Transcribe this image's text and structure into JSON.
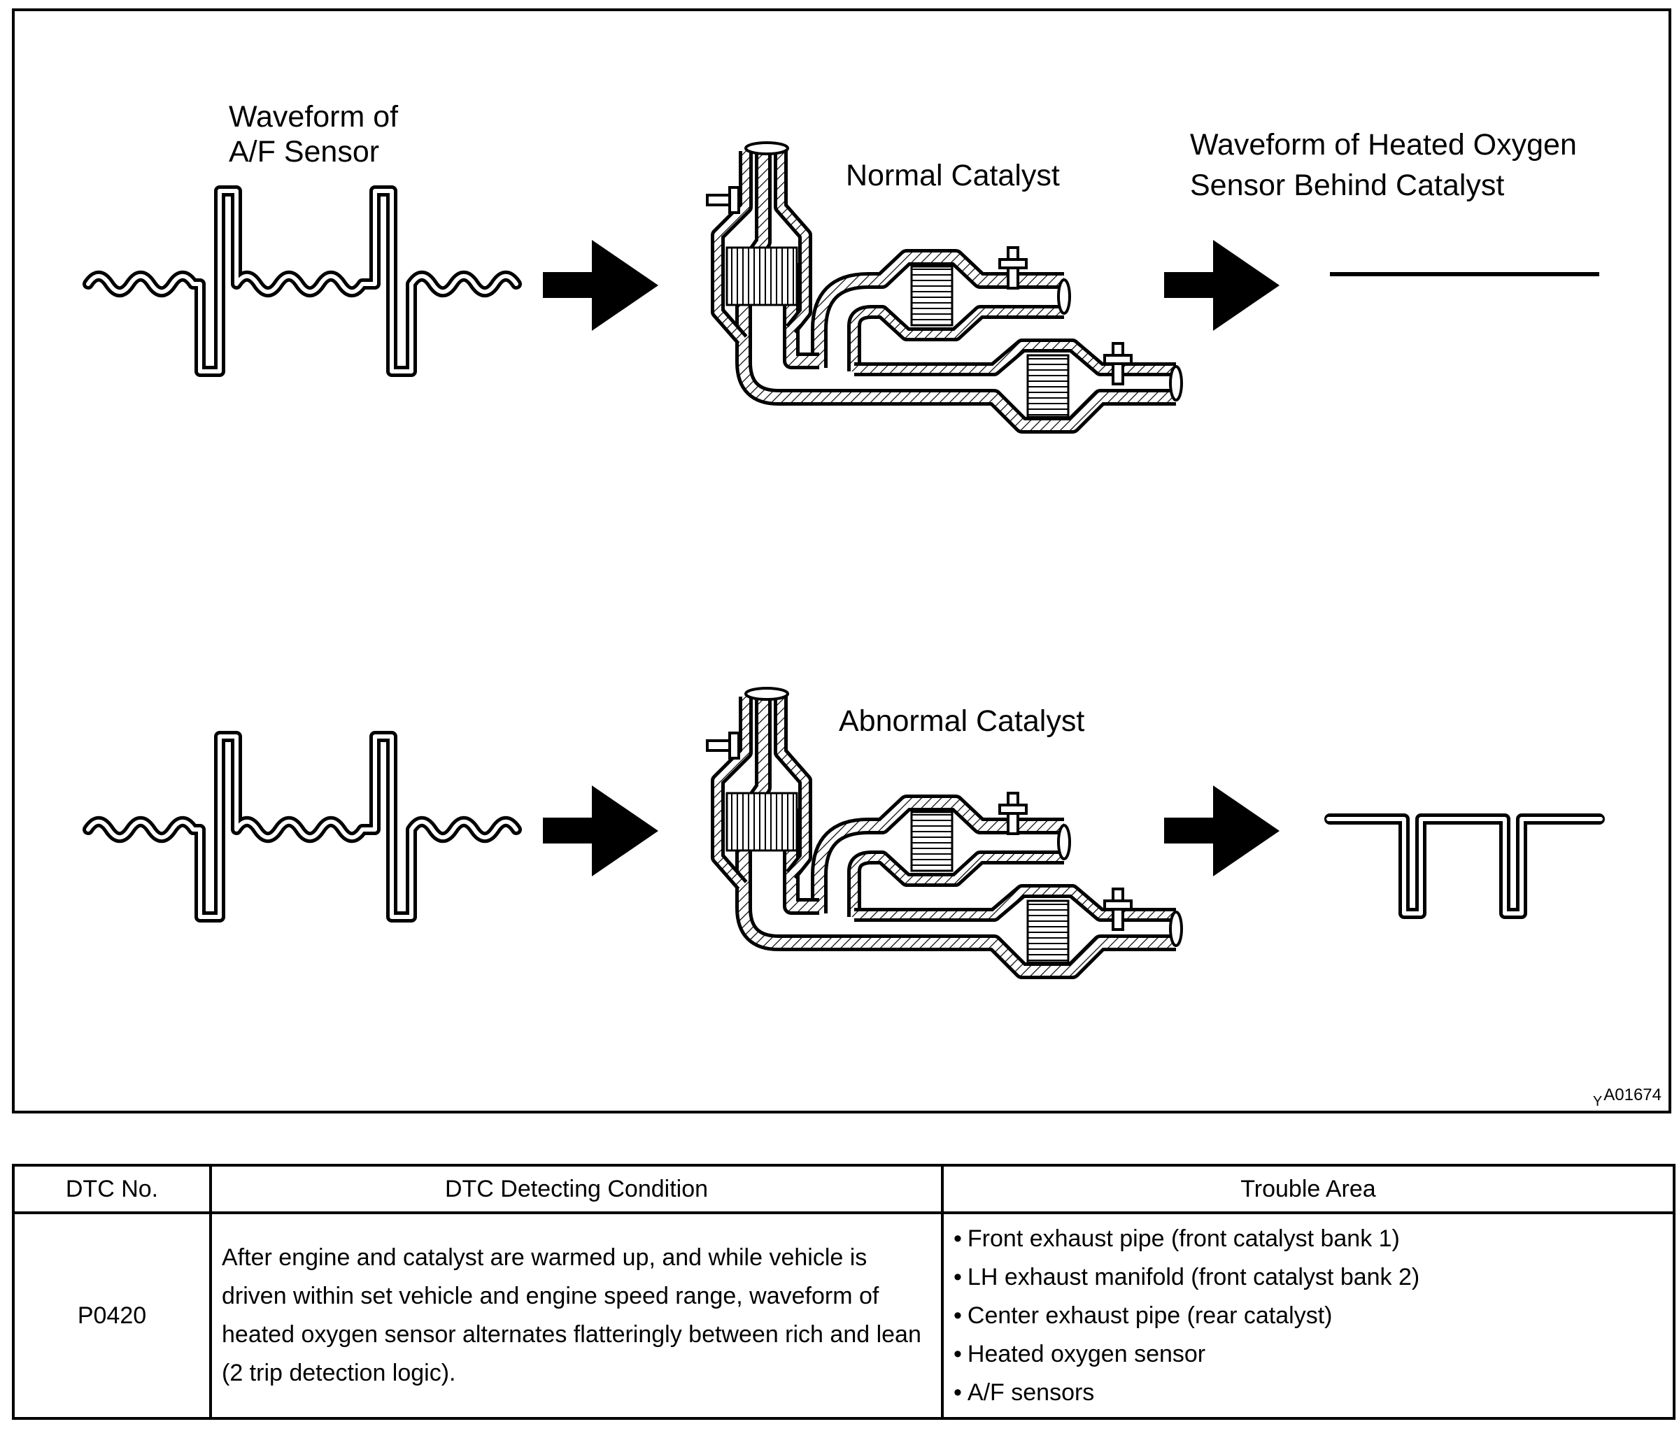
{
  "figure": {
    "labels": {
      "af_waveform": "Waveform of\nA/F Sensor",
      "normal_catalyst": "Normal Catalyst",
      "ho2_waveform": "Waveform of Heated Oxygen\nSensor Behind Catalyst",
      "abnormal_catalyst": "Abnormal Catalyst"
    },
    "figure_id_prefix": "Y",
    "figure_id": "A01674",
    "icons": [
      "right-arrow-icon",
      "exhaust-catalyst-icon",
      "oxygen-sensor-icon"
    ]
  },
  "table": {
    "headers": {
      "dtc_no": "DTC No.",
      "condition": "DTC Detecting Condition",
      "trouble_area": "Trouble Area"
    },
    "row": {
      "dtc_no": "P0420",
      "condition": "After engine and catalyst are warmed up, and while vehicle is driven within set vehicle and engine speed range, waveform of heated oxygen sensor alternates flatteringly between rich and lean (2 trip detection logic).",
      "trouble_area": [
        "Front exhaust pipe (front catalyst bank 1)",
        "LH exhaust manifold (front catalyst bank 2)",
        "Center exhaust pipe (rear catalyst)",
        "Heated oxygen sensor",
        "A/F sensors"
      ]
    }
  }
}
